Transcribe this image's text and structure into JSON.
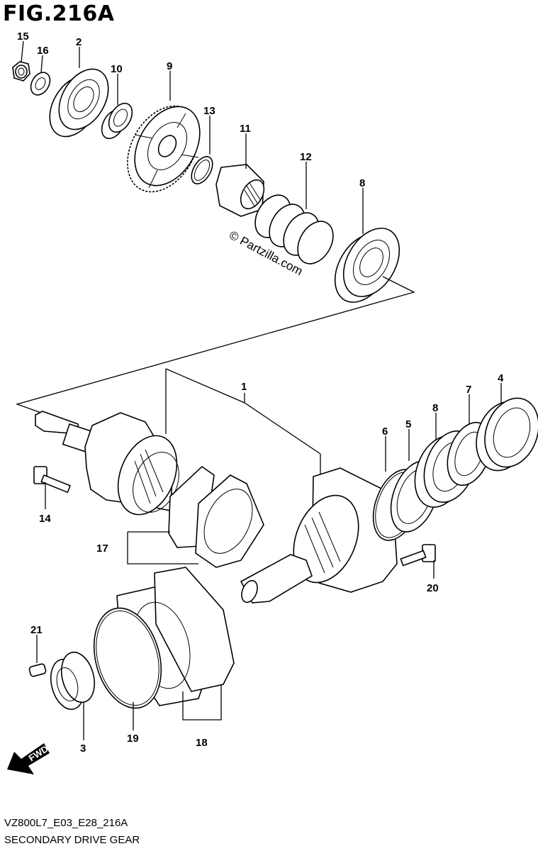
{
  "figure": {
    "title": "FIG.216A",
    "watermark": "© Partzilla.com",
    "model_code": "VZ800L7_E03_E28_216A",
    "diagram_name": "SECONDARY DRIVE GEAR",
    "direction_label": "FWD"
  },
  "callouts": [
    {
      "id": "c15",
      "text": "15"
    },
    {
      "id": "c16",
      "text": "16"
    },
    {
      "id": "c2",
      "text": "2"
    },
    {
      "id": "c10",
      "text": "10"
    },
    {
      "id": "c9",
      "text": "9"
    },
    {
      "id": "c13",
      "text": "13"
    },
    {
      "id": "c11",
      "text": "11"
    },
    {
      "id": "c12",
      "text": "12"
    },
    {
      "id": "c8a",
      "text": "8"
    },
    {
      "id": "c1",
      "text": "1"
    },
    {
      "id": "c4",
      "text": "4"
    },
    {
      "id": "c7",
      "text": "7"
    },
    {
      "id": "c8b",
      "text": "8"
    },
    {
      "id": "c5",
      "text": "5"
    },
    {
      "id": "c6",
      "text": "6"
    },
    {
      "id": "c14",
      "text": "14"
    },
    {
      "id": "c17",
      "text": "17"
    },
    {
      "id": "c20",
      "text": "20"
    },
    {
      "id": "c21",
      "text": "21"
    },
    {
      "id": "c19",
      "text": "19"
    },
    {
      "id": "c18",
      "text": "18"
    },
    {
      "id": "c3",
      "text": "3"
    }
  ]
}
